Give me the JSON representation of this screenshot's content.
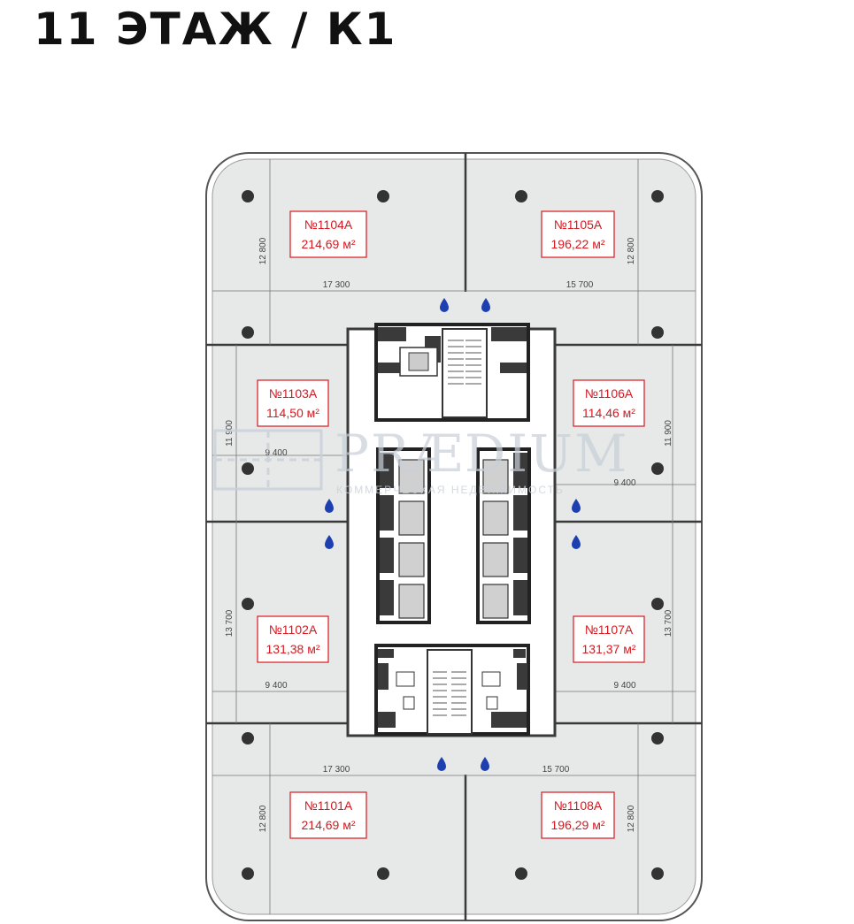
{
  "title": "11 ЭТАЖ / К1",
  "watermark": {
    "brand": "PRÆDIUM",
    "subtitle": "КОММЕРЧЕСКАЯ НЕДВИЖИМОСТЬ"
  },
  "units": [
    {
      "number": "№1104А",
      "area": "214,69 м²"
    },
    {
      "number": "№1105А",
      "area": "196,22 м²"
    },
    {
      "number": "№1103А",
      "area": "114,50 м²"
    },
    {
      "number": "№1106А",
      "area": "114,46 м²"
    },
    {
      "number": "№1102А",
      "area": "131,38 м²"
    },
    {
      "number": "№1107А",
      "area": "131,37 м²"
    },
    {
      "number": "№1101А",
      "area": "214,69 м²"
    },
    {
      "number": "№1108А",
      "area": "196,29 м²"
    }
  ],
  "dimensions": {
    "d_17300_top": "17 300",
    "d_15700_top": "15 700",
    "d_12800_tl": "12 800",
    "d_12800_tr": "12 800",
    "d_11900_l": "11 900",
    "d_11900_r": "11 900",
    "d_9400_l1": "9 400",
    "d_9400_r1": "9 400",
    "d_13700_l": "13 700",
    "d_13700_r": "13 700",
    "d_9400_l2": "9 400",
    "d_9400_r2": "9 400",
    "d_17300_bot": "17 300",
    "d_15700_bot": "15 700",
    "d_12800_bl": "12 800",
    "d_12800_br": "12 800"
  },
  "colors": {
    "accent_red": "#d8181f",
    "water_blue": "#1d3fb0",
    "floor_fill": "#e6e9e8",
    "wall": "#3a3a3a"
  }
}
